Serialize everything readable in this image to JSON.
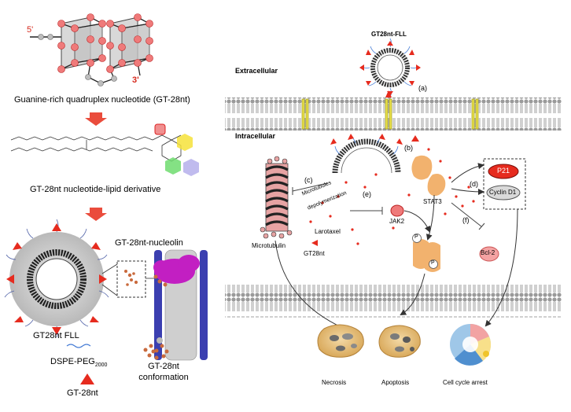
{
  "left_panel": {
    "quadruplex_caption": "Guanine-rich quadruplex nucleotide (GT-28nt)",
    "five_prime": "5'",
    "three_prime": "3'",
    "lipid_caption": "GT-28nt nucleotide-lipid derivative",
    "nucleolin_label": "GT-28nt-nucleolin",
    "fll_label": "GT28nt FLL",
    "peg_label": "DSPE-PEG",
    "peg_sub": "2000",
    "gt_label": "GT-28nt",
    "conformation_label_1": "GT-28nt",
    "conformation_label_2": "conformation"
  },
  "right_panel": {
    "fll_title": "GT28nt-FLL",
    "extracellular": "Extracellular",
    "intracellular": "Intracellular",
    "step_a": "(a)",
    "step_b": "(b)",
    "step_c": "(c)",
    "step_d": "(d)",
    "step_e": "(e)",
    "step_f": "(f)",
    "microtubules_text_1": "Microtubules",
    "microtubules_text_2": "depolymerization",
    "microtubulin": "Microtubulin",
    "larotaxel": "Larotaxel",
    "gt28nt": "GT28nt",
    "jak2": "JAK2",
    "stat3": "STAT3",
    "p21": "P21",
    "cyclin": "Cyclin D1",
    "bcl2": "Bcl-2",
    "phospho": "P",
    "necrosis": "Necrosis",
    "apoptosis": "Apoptosis",
    "cell_cycle": "Cell cycle arrest"
  },
  "colors": {
    "accent_red": "#d6291d",
    "membrane_gray": "#9a9a9a",
    "channel_yellow": "#e8e04a",
    "stat3_orange": "#f2b26e",
    "nucleolin_magenta": "#c21fc2"
  }
}
